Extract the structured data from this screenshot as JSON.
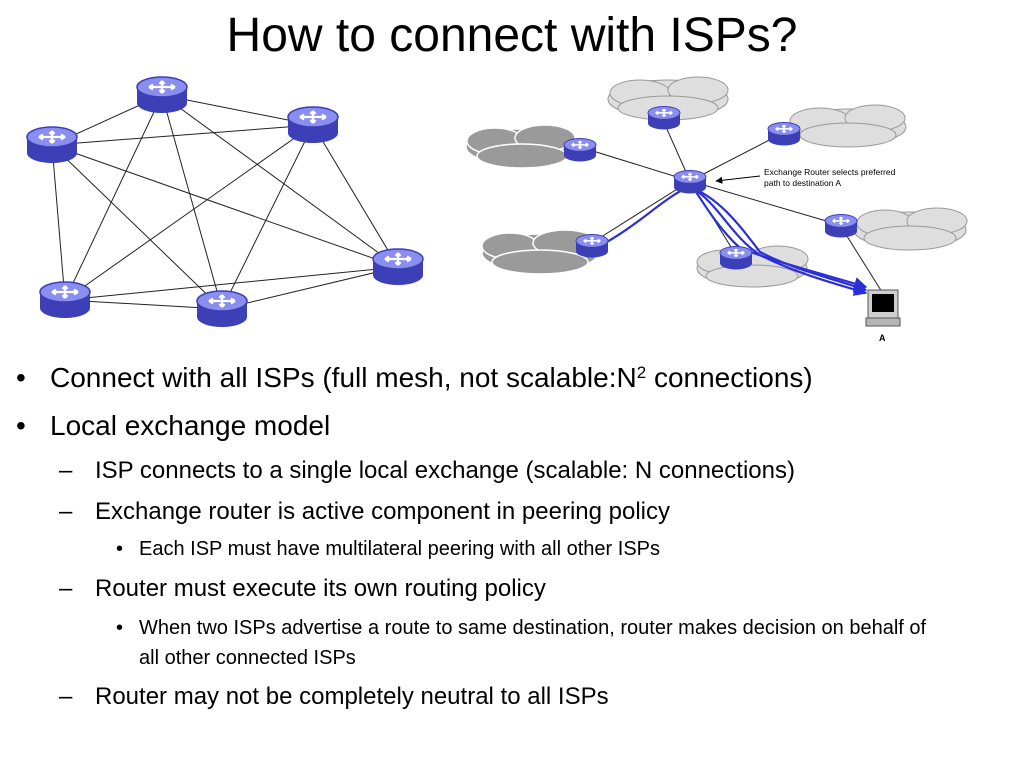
{
  "title": "How to connect with ISPs?",
  "diagram": {
    "annotation_line1": "Exchange Router selects preferred",
    "annotation_line2": "path to destination A",
    "destination_label": "A"
  },
  "bullets": {
    "full_mesh_pre": "Connect with all ISPs (full mesh, not scalable:N",
    "full_mesh_sup": "2",
    "full_mesh_post": " connections)",
    "local_exchange": "Local exchange model",
    "sub_single_exchange": "ISP connects to a single local exchange (scalable: N connections)",
    "sub_active_component": "Exchange router is active component in peering policy",
    "sub_sub_multilateral": "Each ISP must have multilateral peering with all other ISPs",
    "sub_own_policy": "Router must execute its own routing policy",
    "sub_sub_advertise": "When two ISPs advertise a route to same destination, router makes decision on behalf of all other connected ISPs",
    "sub_not_neutral": "Router may not be completely neutral to all ISPs"
  },
  "markers": {
    "bullet": "•",
    "dash": "–"
  },
  "colors": {
    "router_top": "#8a8ef0",
    "router_side": "#3c3fb5",
    "arrow_path": "#2b2fd6",
    "cloud_dark": "#9a9a9a",
    "cloud_light": "#dedede"
  },
  "icons": [
    "router-icon",
    "cloud-shape",
    "computer-icon",
    "arrow-icon"
  ]
}
